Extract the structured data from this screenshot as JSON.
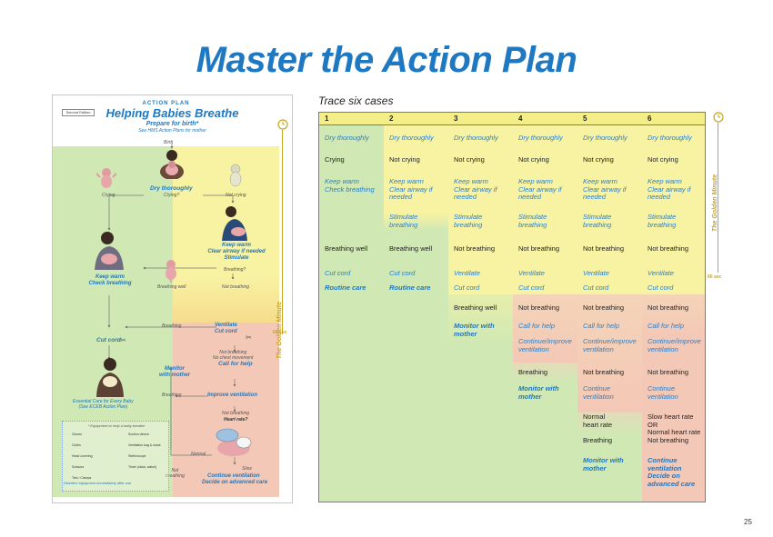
{
  "title": "Master the Action Plan",
  "page_number": "25",
  "colors": {
    "title_blue": "#1e78c2",
    "green_zone": "#cfe8b4",
    "yellow_zone": "#f8f2a3",
    "red_zone": "#f4c8b6",
    "gold": "#c9a520"
  },
  "poster": {
    "small_heading": "ACTION PLAN",
    "title": "Helping Babies Breathe",
    "edition": "Second Edition",
    "prepare": "Prepare for birth*",
    "see_plans": "See HMS Action Plans for mother",
    "birth": "Birth",
    "dry": "Dry thoroughly",
    "crying_q": "Crying?",
    "crying": "Crying",
    "not_crying": "Not crying",
    "keep_warm_clear": "Keep warm\nClear airway if needed\nStimulate",
    "breathing_q": "Breathing?",
    "keep_warm_check": "Keep warm\nCheck breathing",
    "breathing_well": "Breathing well",
    "not_breathing": "Not breathing",
    "cut_cord": "Cut cord",
    "breathing": "Breathing",
    "ventilate_cut": "Ventilate\nCut cord",
    "not_breathing_no_chest": "Not breathing\nNo chest movement",
    "call_help": "Call for help",
    "monitor": "Monitor\nwith mother",
    "breathing2": "Breathing",
    "improve_vent": "Improve ventilation",
    "essential_care": "Essential Care for Every Baby\n(See ECEB Action Plan)",
    "not_breathing_hr": "Not breathing",
    "heart_rate_q": "Heart rate?",
    "normal": "Normal",
    "slow": "Slow",
    "not_breathing3": "Not\nbreathing",
    "continue_vent": "Continue ventilation",
    "decide_advanced": "Decide on advanced care",
    "golden_minute": "The Golden Minute",
    "sixty_sec": "60 sec",
    "equipment_title": "* Equipment to help a baby breathe",
    "equipment": [
      "Gloves",
      "Suction device",
      "Cloths",
      "Ventilation bag & mask",
      "Head covering",
      "Stethoscope",
      "Scissors",
      "Timer (clock, watch)",
      "Ties / Clamps"
    ],
    "disinfect": "Disinfect equipment immediately after use"
  },
  "table": {
    "title": "Trace six cases",
    "golden_minute": "The Golden Minute",
    "sixty_sec": "60 sec",
    "columns": [
      {
        "header": "1",
        "rows": [
          {
            "text": "Dry thoroughly",
            "style": "blue"
          },
          {
            "text": "Crying",
            "style": "dark"
          },
          {
            "text": "Keep warm\nCheck breathing",
            "style": "blue"
          },
          {
            "text": "",
            "style": "blue"
          },
          {
            "text": "Breathing well",
            "style": "dark"
          },
          {
            "text": "Cut cord",
            "style": "blue"
          },
          {
            "text": "Routine care",
            "style": "blueb"
          }
        ]
      },
      {
        "header": "2",
        "rows": [
          {
            "text": "Dry thoroughly",
            "style": "blue"
          },
          {
            "text": "Not crying",
            "style": "dark"
          },
          {
            "text": "Keep warm\nClear airway if\nneeded",
            "style": "blue"
          },
          {
            "text": "Stimulate\nbreathing",
            "style": "blue"
          },
          {
            "text": "Breathing well",
            "style": "dark"
          },
          {
            "text": "Cut cord",
            "style": "blue"
          },
          {
            "text": "Routine care",
            "style": "blueb"
          }
        ]
      },
      {
        "header": "3",
        "rows": [
          {
            "text": "Dry thoroughly",
            "style": "blue"
          },
          {
            "text": "Not crying",
            "style": "dark"
          },
          {
            "text": "Keep warm\nClear airway if\nneeded",
            "style": "blue"
          },
          {
            "text": "Stimulate\nbreathing",
            "style": "blue"
          },
          {
            "text": " Not breathing",
            "style": "dark"
          },
          {
            "text": "Ventilate",
            "style": "blue"
          },
          {
            "text": "Cut cord",
            "style": "blue"
          },
          {
            "text": "Breathing well",
            "style": "dark"
          },
          {
            "text": "Monitor with\nmother",
            "style": "blueb"
          }
        ]
      },
      {
        "header": "4",
        "rows": [
          {
            "text": "Dry thoroughly",
            "style": "blue"
          },
          {
            "text": "Not crying",
            "style": "dark"
          },
          {
            "text": "Keep warm\nClear airway if\nneeded",
            "style": "blue"
          },
          {
            "text": "Stimulate\nbreathing",
            "style": "blue"
          },
          {
            "text": "Not breathing",
            "style": "dark"
          },
          {
            "text": "Ventilate",
            "style": "blue"
          },
          {
            "text": "Cut cord",
            "style": "blue"
          },
          {
            "text": "Not breathing",
            "style": "dark"
          },
          {
            "text": "Call for help",
            "style": "blue"
          },
          {
            "text": "Continue/improve\nventilation",
            "style": "blue"
          },
          {
            "text": "Breathing",
            "style": "dark"
          },
          {
            "text": "Monitor with\nmother",
            "style": "blueb"
          }
        ]
      },
      {
        "header": "5",
        "rows": [
          {
            "text": "Dry thoroughly",
            "style": "blue"
          },
          {
            "text": "Not crying",
            "style": "dark"
          },
          {
            "text": "Keep warm\nClear airway if\nneeded",
            "style": "blue"
          },
          {
            "text": "Stimulate\nbreathing",
            "style": "blue"
          },
          {
            "text": "Not breathing",
            "style": "dark"
          },
          {
            "text": "Ventilate",
            "style": "blue"
          },
          {
            "text": "Cut cord",
            "style": "blue"
          },
          {
            "text": "Not breathing",
            "style": "dark"
          },
          {
            "text": "Call for help",
            "style": "blue"
          },
          {
            "text": "Continue/improve\nventilation",
            "style": "blue"
          },
          {
            "text": "Not breathing",
            "style": "dark"
          },
          {
            "text": "Continue\nventilation",
            "style": "blue"
          },
          {
            "text": "Normal\nheart rate",
            "style": "dark"
          },
          {
            "text": "Breathing",
            "style": "dark"
          },
          {
            "text": "Monitor with\nmother",
            "style": "blueb"
          }
        ]
      },
      {
        "header": "6",
        "rows": [
          {
            "text": "Dry thoroughly",
            "style": "blue"
          },
          {
            "text": "Not crying",
            "style": "dark"
          },
          {
            "text": "Keep warm\nClear airway if\nneeded",
            "style": "blue"
          },
          {
            "text": "Stimulate\nbreathing",
            "style": "blue"
          },
          {
            "text": "Not breathing",
            "style": "dark"
          },
          {
            "text": "Ventilate",
            "style": "blue"
          },
          {
            "text": "Cut cord",
            "style": "blue"
          },
          {
            "text": "Not breathing",
            "style": "dark"
          },
          {
            "text": "Call for help",
            "style": "blue"
          },
          {
            "text": "Continue/improve\nventilation",
            "style": "blue"
          },
          {
            "text": "Not breathing",
            "style": "dark"
          },
          {
            "text": "Continue\nventilation",
            "style": "blue"
          },
          {
            "text": "Slow heart rate\nOR\nNormal heart rate\nNot breathing",
            "style": "dark"
          },
          {
            "text": "Continue\nventilation\nDecide on\nadvanced care",
            "style": "blueb"
          }
        ]
      }
    ]
  }
}
